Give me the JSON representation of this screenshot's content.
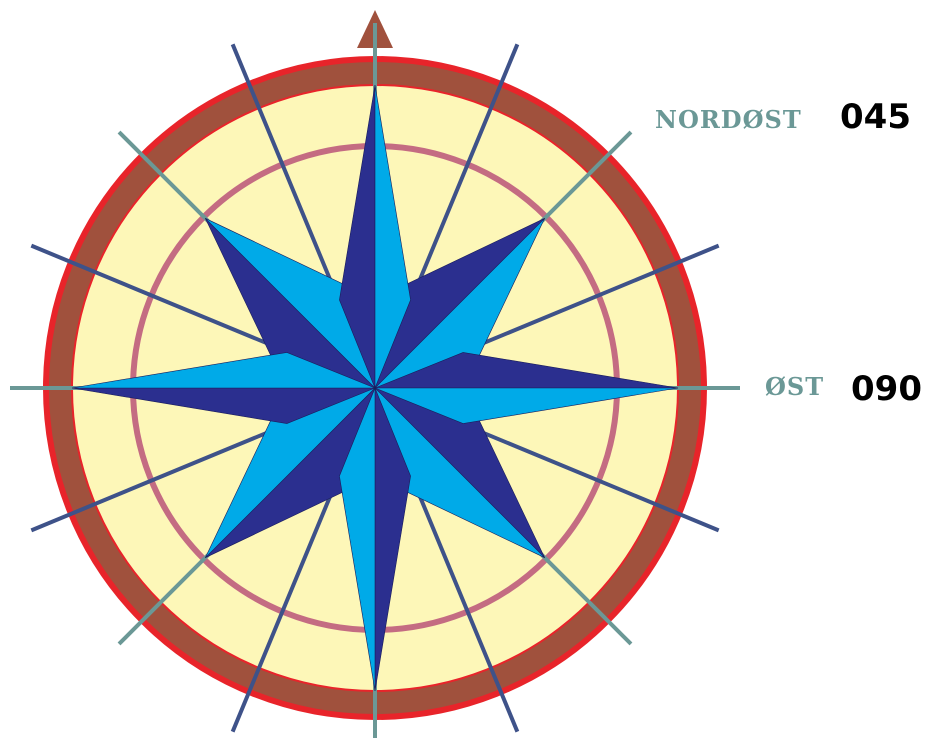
{
  "labels": [
    {
      "direction": "NORDØST",
      "bearing": "045"
    },
    {
      "direction": "ØST",
      "bearing": "090"
    }
  ],
  "colors": {
    "background": "#ffffff",
    "outer_rim": "#a0513d",
    "rim_outline": "#e8242a",
    "dial_face": "#fdf7b8",
    "inner_ring": "#c46c82",
    "cardinal_lines": "#6b9896",
    "minor_lines": "#3e5289",
    "star_dark": "#2b2f8f",
    "star_light": "#00aae8",
    "north_arrow": "#a0513d",
    "label_text": "#6b9896",
    "bearing_text": "#000000"
  }
}
